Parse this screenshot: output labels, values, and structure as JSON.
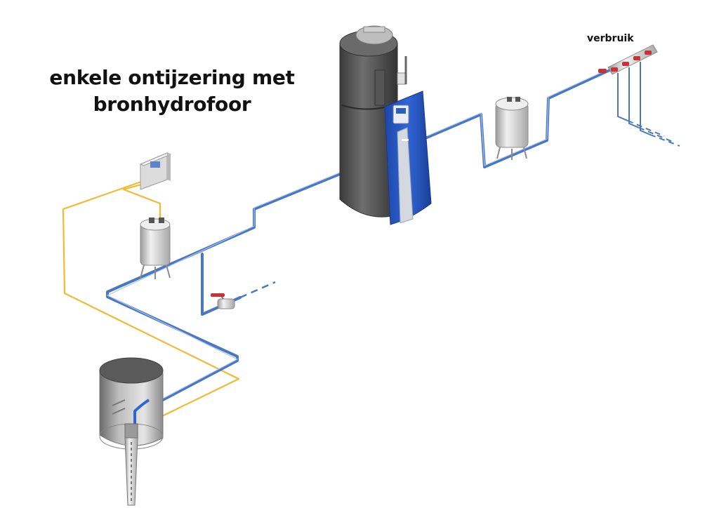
{
  "title": {
    "line1": "enkele ontijzering met",
    "line2": "bronhydrofoor"
  },
  "consumption_label": "verbruik",
  "colors": {
    "water_pipe": "#4a78c0",
    "control_cable": "#f2b933",
    "unit_blue": "#2556c4",
    "tank_steel": "#d6d6d6",
    "vessel_dark": "#4a4a4a",
    "valve_red": "#c8313a"
  },
  "components": [
    {
      "name": "control-box",
      "icon": "control-box-icon"
    },
    {
      "name": "pressure-vessel-left",
      "icon": "pressure-vessel-icon"
    },
    {
      "name": "well-with-pump",
      "icon": "borehole-pump-icon"
    },
    {
      "name": "iron-removal-filter",
      "icon": "filter-unit-icon"
    },
    {
      "name": "pressure-vessel-right",
      "icon": "pressure-vessel-icon"
    },
    {
      "name": "drain-valve",
      "icon": "ball-valve-icon"
    },
    {
      "name": "distribution-manifold",
      "icon": "manifold-icon"
    }
  ]
}
